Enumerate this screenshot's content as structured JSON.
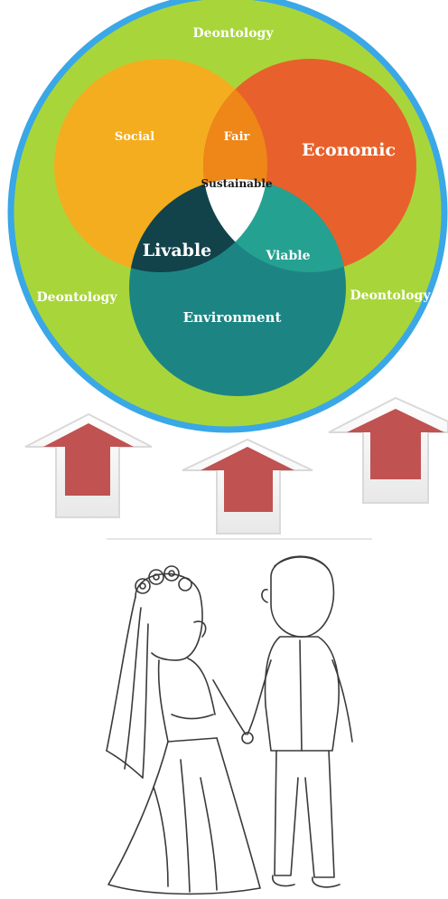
{
  "diagram": {
    "outer_label_top": "Deontology",
    "outer_label_left": "Deontology",
    "outer_label_right": "Deontology",
    "circles": {
      "social": "Social",
      "economic": "Economic",
      "environment": "Environment"
    },
    "overlaps": {
      "social_economic": "Fair",
      "social_environment": "Livable",
      "economic_environment": "Viable",
      "center": "Sustainable"
    },
    "colors": {
      "outer_ring": "#3aa7e6",
      "outer_fill": "#a8d63a",
      "social": "#f4ad1e",
      "economic": "#e8612c",
      "environment": "#1c8583",
      "fair": "#ee8618",
      "livable": "#12424a",
      "viable": "#25a192",
      "center": "#ffffff"
    }
  },
  "arrows": {
    "count": 3,
    "color": "#c05252",
    "direction": "up"
  },
  "illustration": {
    "subject": "bride-and-groom-holding-hands",
    "style": "line-sketch"
  }
}
